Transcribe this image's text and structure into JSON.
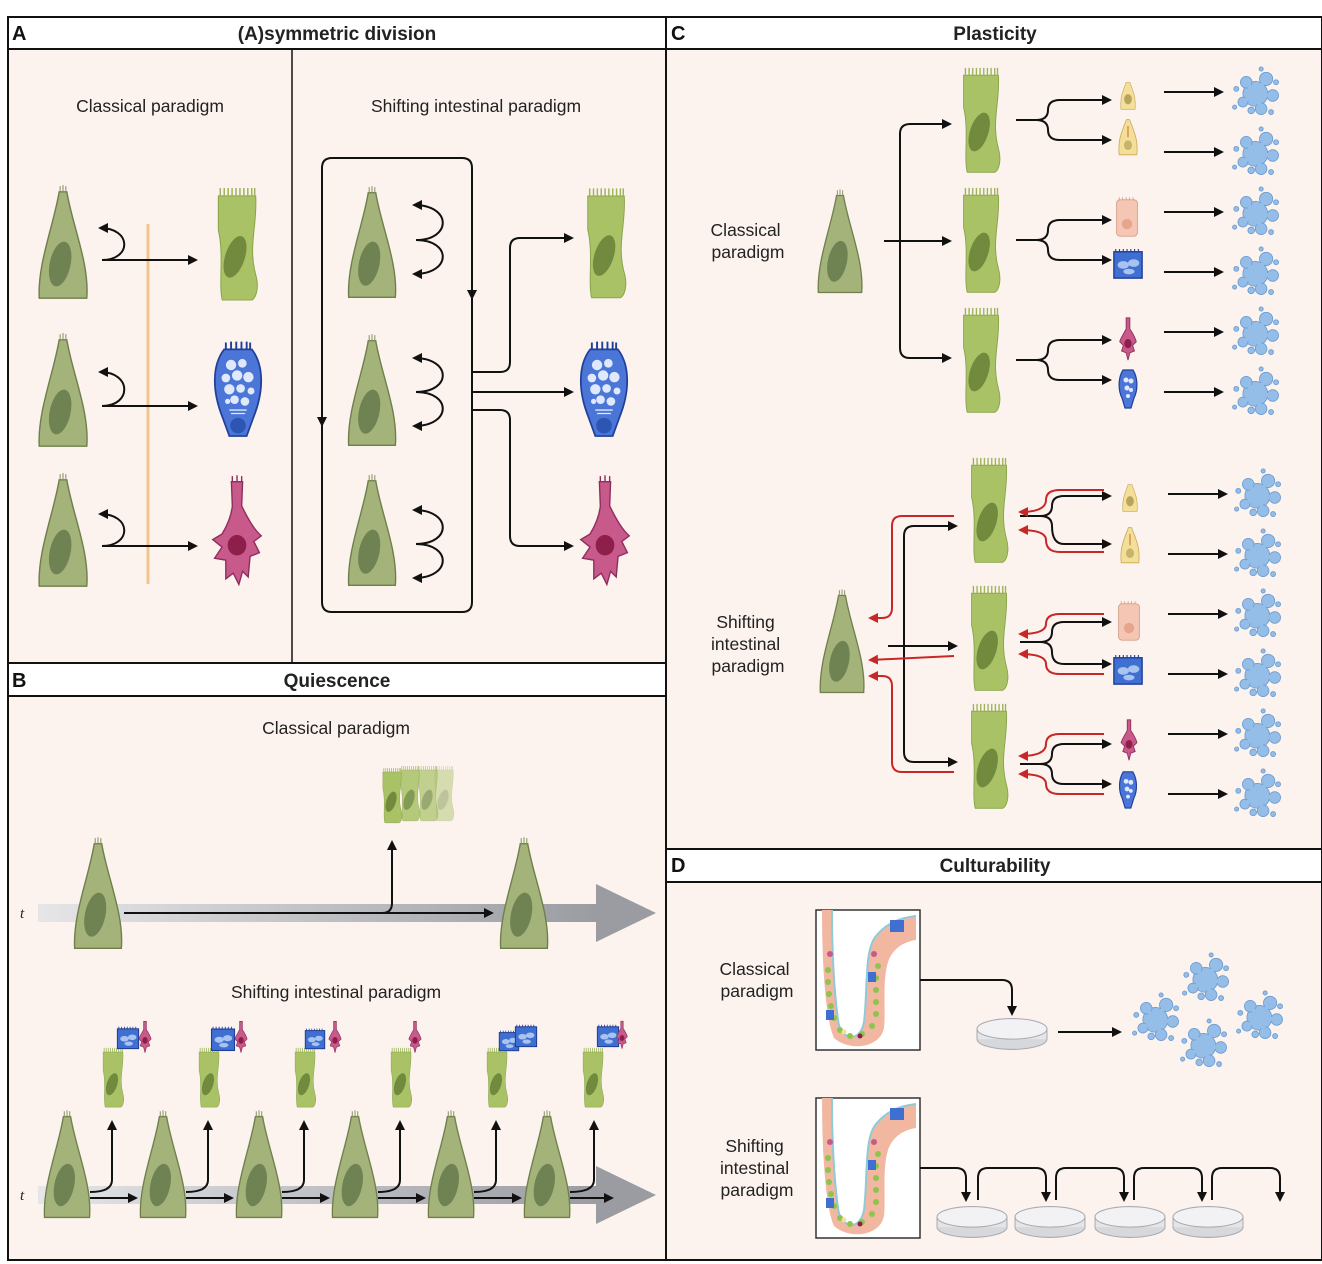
{
  "panels": {
    "A": {
      "letter": "A",
      "title": "(A)symmetric division",
      "left_label": "Classical paradigm",
      "right_label": "Shifting intestinal paradigm"
    },
    "B": {
      "letter": "B",
      "title": "Quiescence",
      "top_label": "Classical paradigm",
      "bottom_label": "Shifting intestinal paradigm",
      "time_label": "t"
    },
    "C": {
      "letter": "C",
      "title": "Plasticity",
      "top_label": [
        "Classical",
        "paradigm"
      ],
      "bottom_label": [
        "Shifting",
        "intestinal",
        "paradigm"
      ]
    },
    "D": {
      "letter": "D",
      "title": "Culturability",
      "top_label": [
        "Classical",
        "paradigm"
      ],
      "bottom_label": [
        "Shifting",
        "intestinal",
        "paradigm"
      ]
    }
  },
  "colors": {
    "panel_bg": "#fdf3ee",
    "stem_cell": "#a3b37a",
    "stem_nucleus": "#6f8252",
    "enterocyte": "#a9c266",
    "goblet": "#4b76d8",
    "tuft": "#c75a8a",
    "organoid": "#94bde8",
    "quiescence_line": "#f1c48e",
    "reversion_arrow": "#c62828"
  },
  "icons": [
    "stem-cell-icon",
    "enterocyte-icon",
    "goblet-cell-icon",
    "tuft-cell-icon",
    "enteroendocrine-cell-icon",
    "paneth-cell-icon",
    "organoid-icon",
    "culture-dish-icon",
    "crypt-villus-icon"
  ]
}
